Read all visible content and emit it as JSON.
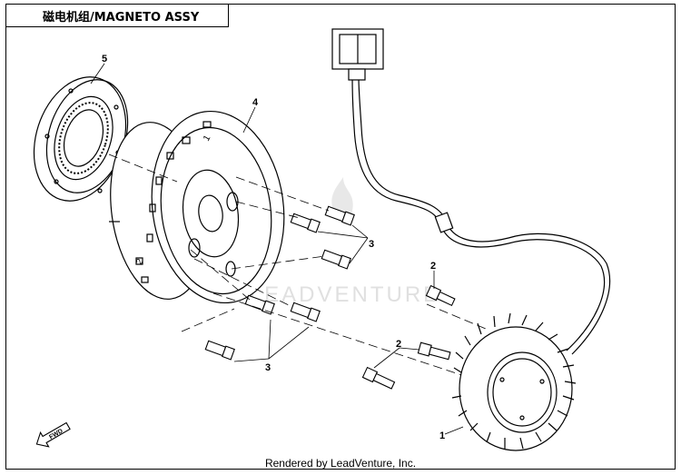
{
  "title": "磁电机组/MAGNETO ASSY",
  "watermark": "LEADVENTURE",
  "footer": "Rendered by LeadVenture, Inc.",
  "fwd_label": "FWD",
  "callouts": {
    "stator": "1",
    "bolt_upper": "2",
    "bolt_lower": "2",
    "bolts_right": "3",
    "bolts_left": "3",
    "flywheel": "4",
    "bearing": "5",
    "flywheel_mark1": "1",
    "flywheel_mark2": "2"
  },
  "colors": {
    "line": "#000000",
    "watermark": "#d9d9d9"
  }
}
